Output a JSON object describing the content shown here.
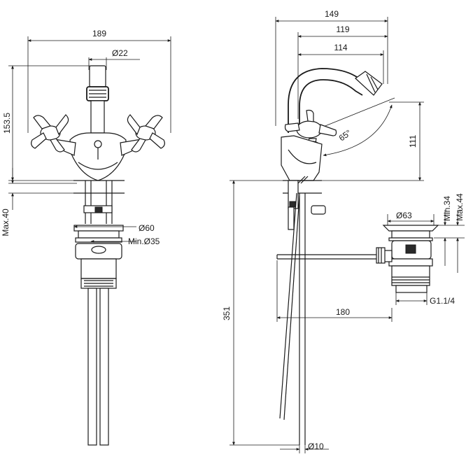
{
  "front_view": {
    "width_label": "189",
    "spout_diameter_label": "Ø22",
    "height_label": "153.5",
    "max_thickness_label": "Max.40",
    "flange_diameter_label": "Ø60",
    "min_hole_label": "Min.Ø35"
  },
  "side_view": {
    "overall_reach_label": "149",
    "spout_reach_label": "119",
    "handle_reach_label": "114",
    "spout_height_label": "111",
    "angle_label": "65°",
    "total_height_label": "351",
    "rod_length_label": "180",
    "pipe_diameter_label": "Ø10"
  },
  "waste_view": {
    "plug_diameter_label": "Ø63",
    "min_height_label": "Min.34",
    "max_height_label": "Max.44",
    "thread_label": "G1.1/4"
  }
}
